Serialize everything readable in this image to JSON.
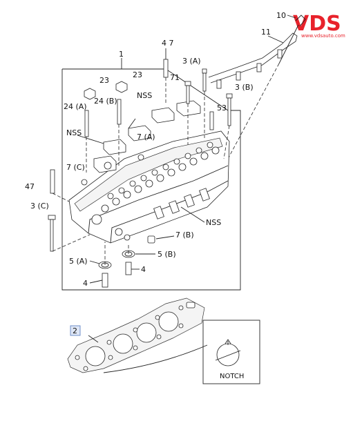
{
  "logo": {
    "brand": "VDS",
    "url": "www.vdsauto.com",
    "color": "#e8222b"
  },
  "callouts": {
    "l1": "1",
    "l2": "2",
    "l4": "4",
    "l4_7": "4 7",
    "l5a": "5 (A)",
    "l5b": "5 (B)",
    "l7b": "7 (B)",
    "l7c": "7 (C)",
    "l7a": "7 (A)",
    "l10": "10",
    "l11": "11",
    "l23a": "23",
    "l23b": "23",
    "l24a": "24 (A)",
    "l24b": "24 (B)",
    "l3a": "3 (A)",
    "l3b": "3 (B)",
    "l3c": "3 (C)",
    "l47": "47",
    "l53": "53",
    "l71": "71",
    "nss1": "NSS",
    "nss2": "NSS",
    "nss3": "NSS"
  },
  "detail": {
    "notch_label": "NOTCH"
  },
  "colors": {
    "line": "#222222",
    "highlight_box": "#6f8fc9",
    "highlight_fill": "#dfe7f6"
  }
}
